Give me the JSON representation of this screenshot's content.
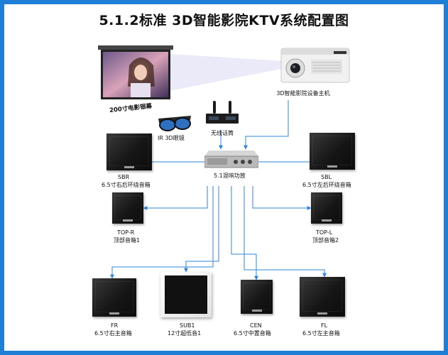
{
  "title": "5.1.2标准  3D智能影院KTV系统配置图",
  "devices": {
    "screen": "200寸电影银幕",
    "projector": "3D智能影院设备主机",
    "glasses": "IR 3D眼镜",
    "microphone": "无线话筒",
    "amplifier": "5.1混响功放",
    "sbr_code": "SBR",
    "sbr_name": "6.5寸右后环绕音箱",
    "sbl_code": "SBL",
    "sbl_name": "6.5寸左后环绕音箱",
    "topr_code": "TOP-R",
    "topr_name": "顶部音箱1",
    "topl_code": "TOP-L",
    "topl_name": "顶部音箱2",
    "fr_code": "FR",
    "fr_name": "6.5寸右主音箱",
    "sub_code": "SUB1",
    "sub_name": "12寸超低音1",
    "cen_code": "CEN",
    "cen_name": "6.5寸中置音箱",
    "fl_code": "FL",
    "fl_name": "6.5寸左主音箱"
  },
  "colors": {
    "border": "#1f7fd6",
    "connection": "#2f86d8",
    "speaker": "#1a1a1a",
    "subwoofer": "#f4f4f4"
  }
}
